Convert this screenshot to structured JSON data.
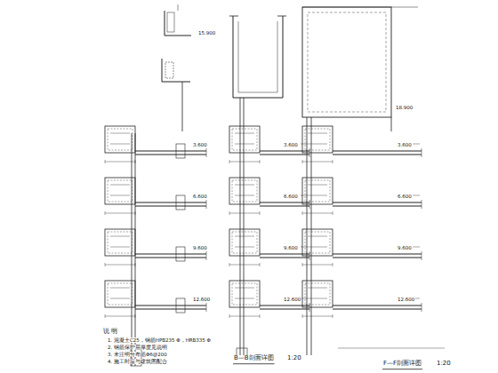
{
  "diagram": {
    "labels": [
      "B—B剖面详图",
      "1:20",
      "F—F剖面详图",
      "1:20",
      "说 明",
      "1. 混凝土C25，钢筋HPB235 Φ，HRB335 Φ",
      "2. 钢筋保护层厚度见说明",
      "3. 未注明分布筋Φ6@200",
      "4. 施工时应与建筑图配合",
      "3.600",
      "6.600",
      "9.600",
      "12.600",
      "3.600",
      "6.600",
      "9.600",
      "12.600",
      "3.600",
      "6.600",
      "9.600",
      "12.600",
      "15.900",
      "18.900"
    ]
  }
}
